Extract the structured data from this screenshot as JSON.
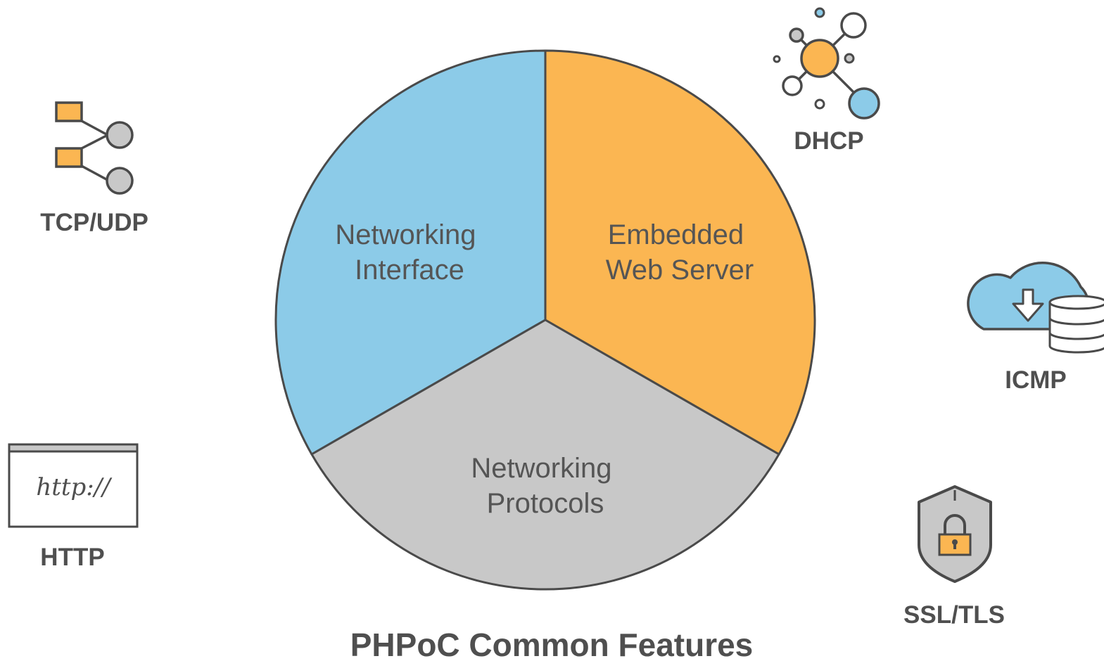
{
  "title": "PHPoC Common Features",
  "colors": {
    "blue": "#8ccbe8",
    "orange": "#fbb652",
    "gray": "#c8c8c8",
    "stroke": "#4a4a4a",
    "text": "#555555"
  },
  "segments": [
    {
      "lines": [
        "Networking",
        "Interface"
      ],
      "color": "#8ccbe8"
    },
    {
      "lines": [
        "Embedded",
        "Web Server"
      ],
      "color": "#fbb652"
    },
    {
      "lines": [
        "Networking",
        "Protocols"
      ],
      "color": "#c8c8c8"
    }
  ],
  "icons": {
    "tcp": {
      "label": "TCP/UDP",
      "icon": "connection-nodes-icon"
    },
    "http": {
      "label": "HTTP",
      "icon": "browser-window-icon",
      "text": "http://"
    },
    "dhcp": {
      "label": "DHCP",
      "icon": "network-hub-icon"
    },
    "icmp": {
      "label": "ICMP",
      "icon": "cloud-database-icon"
    },
    "ssl": {
      "label": "SSL/TLS",
      "icon": "shield-lock-icon"
    }
  }
}
